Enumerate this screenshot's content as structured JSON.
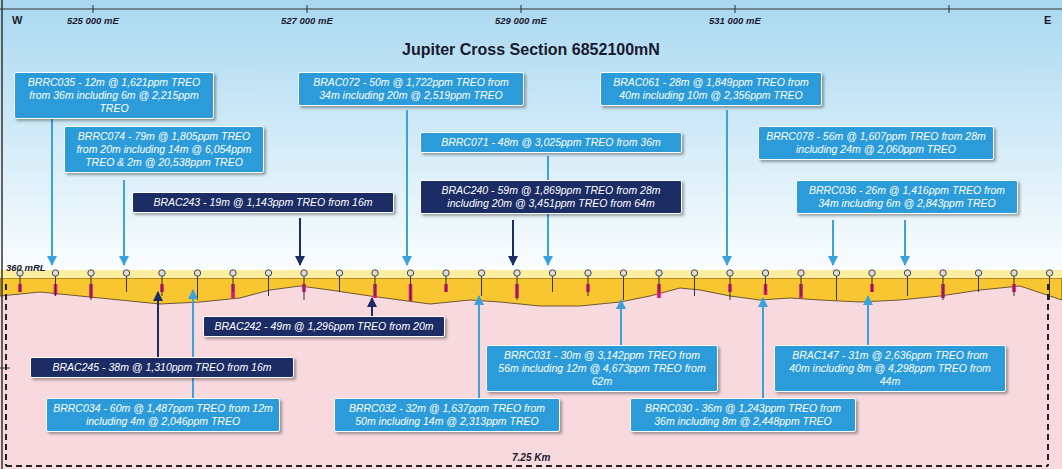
{
  "diagram": {
    "title": "Jupiter Cross Section 6852100mN",
    "nodes": [
      {
        "text": [
          "BRRC035 - 12m @ 1,621ppm TREO from 36m including 6m @ 2,215ppm TREO"
        ]
      },
      {
        "text": [
          "BRAC072 - 50m @ 1,722ppm TREO from 34m including 20m @ 2,519ppm TREO"
        ]
      },
      {
        "text": [
          "BRAC061 - 28m @ 1,849ppm TREO from 40m including 10m @ 2,356ppm TREO"
        ]
      },
      {
        "text": [
          "BRRC074 - 79m @ 1,805ppm TREO from 20m including 14m @ 6,054ppm TREO & 2m @ 20,538ppm TREO"
        ]
      },
      {
        "text": [
          "BRRC071 - 48m @ 3,025ppm TREO from 36m"
        ]
      },
      {
        "text": [
          "BRRC078 - 56m @ 1,607ppm TREO from 28m including 24m @ 2,060ppm TREO"
        ]
      },
      {
        "text": [
          "BRAC243 - 19m @ 1,143ppm TREO from 16m"
        ]
      },
      {
        "text": [
          "BRAC240 - 59m @ 1,869ppm TREO from 28m including 20m @ 3,451ppm TREO from 64m"
        ]
      },
      {
        "text": [
          "BRRC036 - 26m @ 1,416ppm TREO from 34m including 6m @ 2,843ppm TREO"
        ]
      },
      {
        "text": [
          "BRAC242 - 49m @ 1,296ppm TREO from 20m"
        ]
      },
      {
        "text": [
          "BRRC031 - 30m @ 3,142ppm TREO from 56m including 12m @ 4,673ppm TREO from 62m"
        ]
      },
      {
        "text": [
          "BRAC147 - 31m @ 2,636ppm TREO from 40m including 8m @ 4,298ppm TREO from 44m"
        ]
      },
      {
        "text": [
          "BRAC245 - 38m @ 1,310ppm TREO from 16m"
        ]
      },
      {
        "text": [
          "BRRC034 - 60m @ 1,487ppm TREO from 12m including 4m @ 2,046ppm TREO"
        ]
      },
      {
        "text": [
          "BRRC032 - 32m @ 1,637ppm TREO from 50m including 14m @ 2,313ppm TREO"
        ]
      },
      {
        "text": [
          "BRRC030 - 36m @ 1,243ppm TREO from 36m including 8m @ 2,448ppm TREO"
        ]
      }
    ],
    "labels": [
      "W",
      "E",
      "525 000 mE",
      "527 000 mE",
      "529 000 mE",
      "531 000 mE",
      "360 mRL",
      "7.25 Km"
    ]
  }
}
